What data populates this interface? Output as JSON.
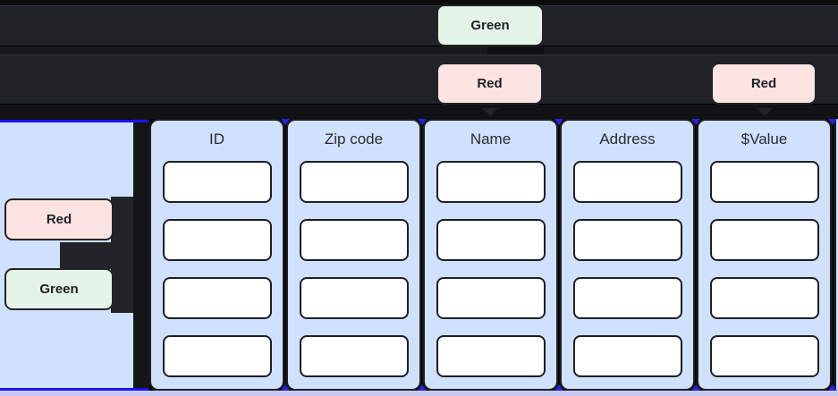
{
  "palette": {
    "background": "#0a0a0b",
    "bar_bg": "#212227",
    "column_bg": "#cfe1fc",
    "chip_green_bg": "#e4f4e8",
    "chip_red_bg": "#fbe4e1",
    "chip_border": "#222327",
    "cell_bg": "#ffffff",
    "guide_blue": "#1b13f0",
    "marker_indigo": "#2a22d8",
    "lavender_strip": "#c8c9f2"
  },
  "top_bars": {
    "bar1_chip": {
      "label": "Green"
    },
    "bar2_chip_left": {
      "label": "Red"
    },
    "bar2_chip_right": {
      "label": "Red"
    }
  },
  "side_panel": {
    "chip_top": {
      "label": "Red"
    },
    "chip_bottom": {
      "label": "Green"
    }
  },
  "table": {
    "columns": [
      {
        "header": "ID"
      },
      {
        "header": "Zip code"
      },
      {
        "header": "Name"
      },
      {
        "header": "Address"
      },
      {
        "header": "$Value"
      }
    ],
    "rows_per_column": 4
  }
}
